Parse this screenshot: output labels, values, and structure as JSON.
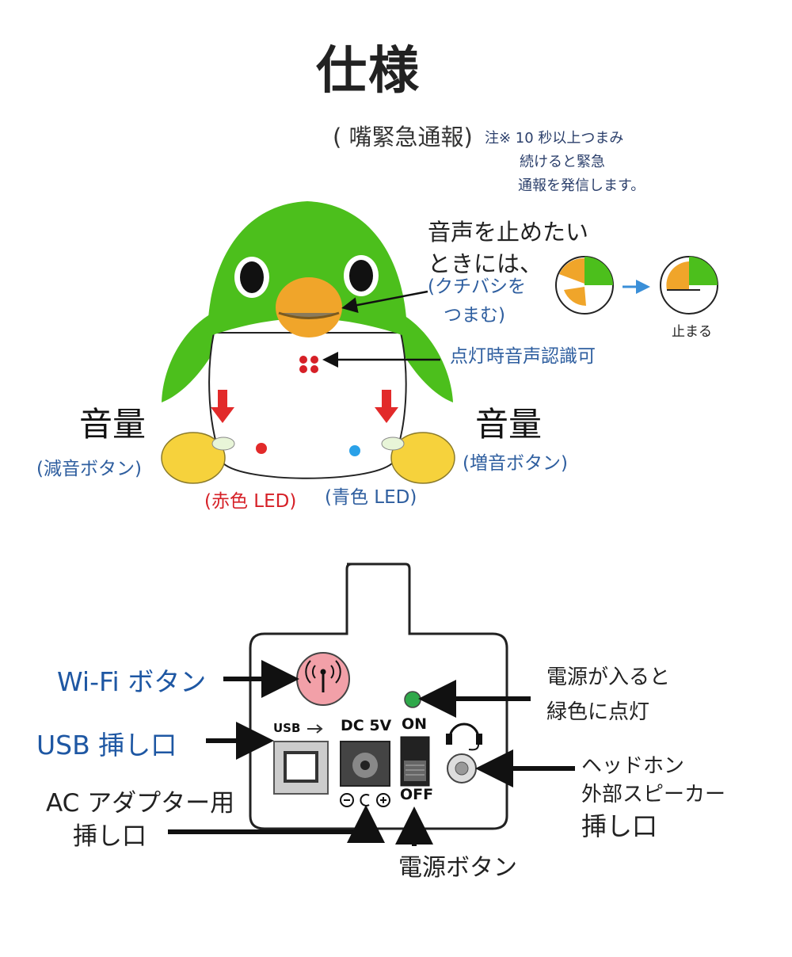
{
  "title": "仕様",
  "top": {
    "beak_label": "( 嘴緊急通報)",
    "note_lines": [
      "注※ 10 秒以上つまみ",
      "続けると緊急",
      "通報を発信します。"
    ],
    "mute_line1": "音声を止めたい",
    "mute_line2": "ときには、",
    "mute_line3": "(クチバシを",
    "mute_line4": "つまむ)",
    "stops": "止まる",
    "voice_recog": "点灯時音声認識可",
    "volume_left": "音量",
    "volume_right": "音量",
    "volume_down": "(減音ボタン)",
    "volume_up": "(増音ボタン)",
    "red_led": "(赤色 LED)",
    "blue_led": "(青色 LED)"
  },
  "panel": {
    "wifi_button": "Wi-Fi ボタン",
    "usb_port": "USB 挿し口",
    "ac_adapter_line1": "AC アダプター用",
    "ac_adapter_line2": "挿し口",
    "power_on_line1": "電源が入ると",
    "power_on_line2": "緑色に点灯",
    "headphone_line1": "ヘッドホン",
    "headphone_line2": "外部スピーカー",
    "headphone_line3": "挿し口",
    "power_button": "電源ボタン",
    "usb_text": "USB",
    "dc_text": "DC 5V",
    "on_text": "ON",
    "off_text": "OFF"
  },
  "colors": {
    "penguin_green": "#4cbf1c",
    "beak_orange": "#f0a52a",
    "feet_yellow": "#f6d23c",
    "arrow_red": "#e22a2a",
    "wifi_pink": "#f2a0a8",
    "led_green": "#2fa84a",
    "label_blue": "#1e57a3"
  }
}
